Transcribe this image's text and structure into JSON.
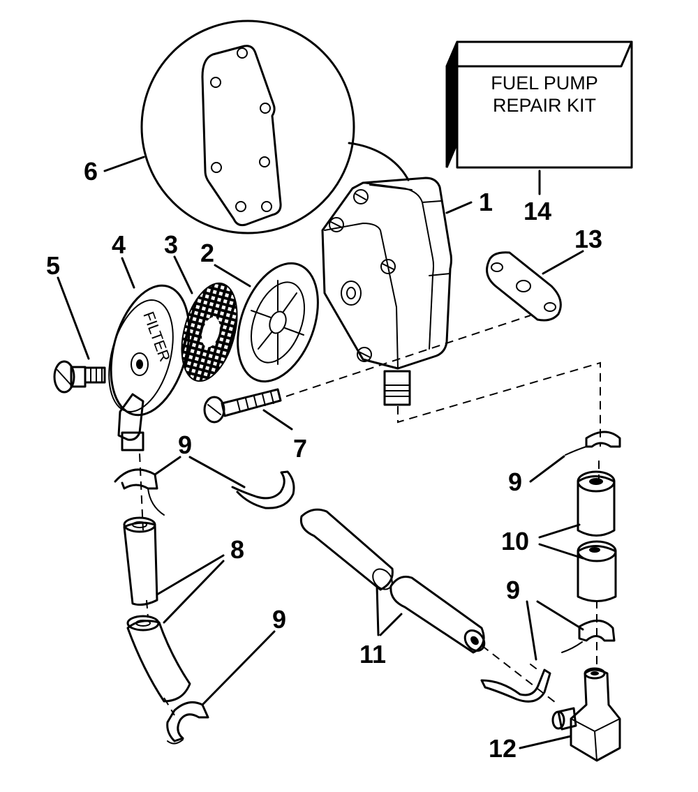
{
  "kit_box": {
    "line1": "FUEL PUMP",
    "line2": "REPAIR KIT"
  },
  "callouts": [
    {
      "id": "1",
      "label": "1"
    },
    {
      "id": "2",
      "label": "2"
    },
    {
      "id": "3",
      "label": "3"
    },
    {
      "id": "4",
      "label": "4"
    },
    {
      "id": "5",
      "label": "5"
    },
    {
      "id": "6",
      "label": "6"
    },
    {
      "id": "7",
      "label": "7"
    },
    {
      "id": "8",
      "label": "8"
    },
    {
      "id": "9a",
      "label": "9"
    },
    {
      "id": "9b",
      "label": "9"
    },
    {
      "id": "9c",
      "label": "9"
    },
    {
      "id": "9d",
      "label": "9"
    },
    {
      "id": "10",
      "label": "10"
    },
    {
      "id": "11",
      "label": "11"
    },
    {
      "id": "12",
      "label": "12"
    },
    {
      "id": "13",
      "label": "13"
    },
    {
      "id": "14",
      "label": "14"
    }
  ],
  "filter_cover_text": "FILTER"
}
